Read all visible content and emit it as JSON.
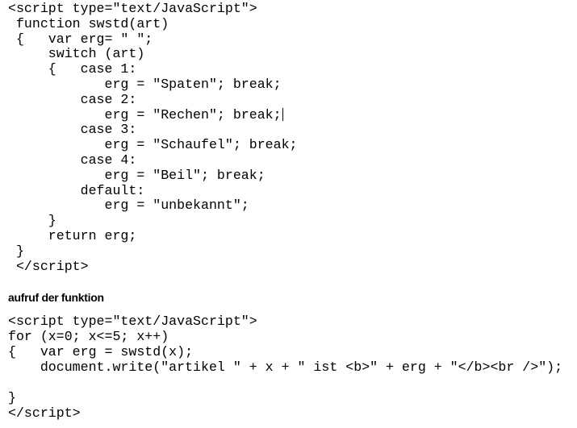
{
  "block1": [
    "<script type=\"text/JavaScript\">",
    " function swstd(art)",
    " {   var erg= \" \";",
    "     switch (art)",
    "     {   case 1:",
    "            erg = \"Spaten\"; break;",
    "         case 2:",
    "            erg = \"Rechen\"; break;",
    "         case 3:",
    "            erg = \"Schaufel\"; break;",
    "         case 4:",
    "            erg = \"Beil\"; break;",
    "         default:",
    "            erg = \"unbekannt\";",
    "     }",
    "     return erg;",
    " }",
    " </script>"
  ],
  "heading": "aufruf der funktion",
  "block2": [
    "<script type=\"text/JavaScript\">",
    "for (x=0; x<=5; x++)",
    "{   var erg = swstd(x);",
    "    document.write(\"artikel \" + x + \" ist <b>\" + erg + \"</b><br />\");",
    "",
    "}",
    "</script>"
  ]
}
